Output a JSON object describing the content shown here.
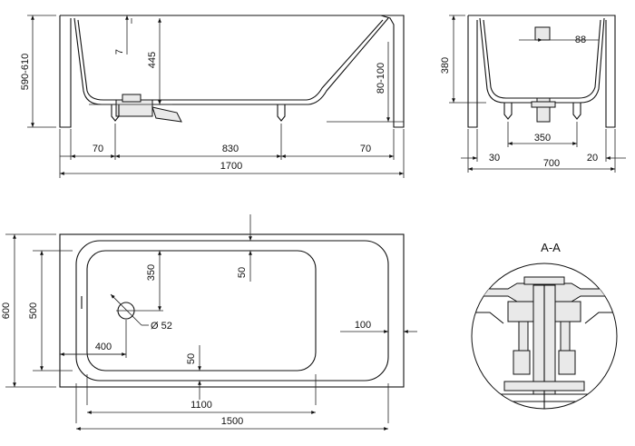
{
  "side_view": {
    "length": "1700",
    "offset_left": "70",
    "leg_span": "830",
    "offset_right": "70",
    "overall_height": "590-610",
    "inner_depth": "445",
    "rim": "7",
    "foot_height": "80-100"
  },
  "end_view": {
    "width": "700",
    "left_offset": "30",
    "leg_span": "350",
    "right_offset": "20",
    "inner_depth": "380",
    "drain_offset": "88"
  },
  "plan_view": {
    "outer_length": "1500",
    "inner_length": "1100",
    "outer_width": "600",
    "inner_width": "500",
    "drain_from_top": "350",
    "drain_from_left": "400",
    "drain_diameter": "Ø 52",
    "rim_top": "50",
    "rim_bottom": "50",
    "rim_right": "100"
  },
  "section": {
    "label": "A-A"
  }
}
